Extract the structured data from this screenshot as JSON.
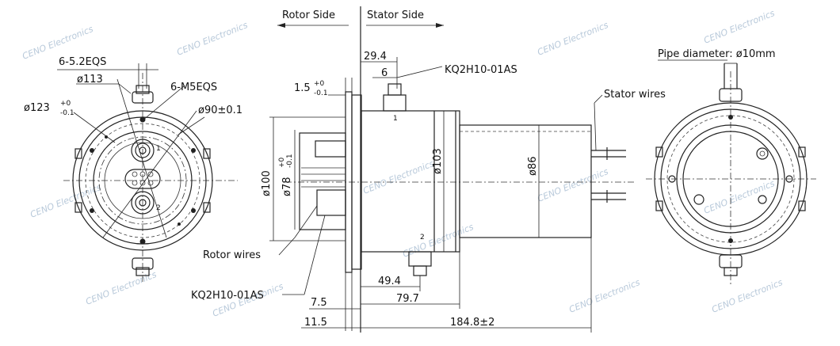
{
  "side_labels": {
    "rotor_side": "Rotor Side",
    "stator_side": "Stator Side"
  },
  "left_view": {
    "holes_eqs": "6-5.2EQS",
    "dia_113": "ø113",
    "thread_eqs": "6-M5EQS",
    "flange_dia": "ø123",
    "flange_tol_upper": "+0",
    "flange_tol_lower": "-0.1",
    "bolt_circle": "ø90±0.1",
    "port_1": "1",
    "port_2": "2"
  },
  "side_view": {
    "dim_29_4": "29.4",
    "dim_6": "6",
    "dim_1_5": "1.5",
    "dim_1_5_tol_upper": "+0",
    "dim_1_5_tol_lower": "-0.1",
    "fitting_top": "KQ2H10-01AS",
    "stator_wires": "Stator wires",
    "dia_100": "ø100",
    "dia_78": "ø78",
    "dia_78_tol_upper": "+0",
    "dia_78_tol_lower": "-0.1",
    "dia_103": "ø103",
    "dia_86": "ø86",
    "rotor_wires": "Rotor wires",
    "fitting_bottom": "KQ2H10-01AS",
    "dim_49_4": "49.4",
    "dim_79_7": "79.7",
    "dim_7_5": "7.5",
    "dim_11_5": "11.5",
    "dim_184_8": "184.8±2",
    "port_1": "1",
    "port_2": "2"
  },
  "right_view": {
    "pipe_diameter": "Pipe diameter: ø10mm"
  },
  "watermark": "CENO Electronics"
}
